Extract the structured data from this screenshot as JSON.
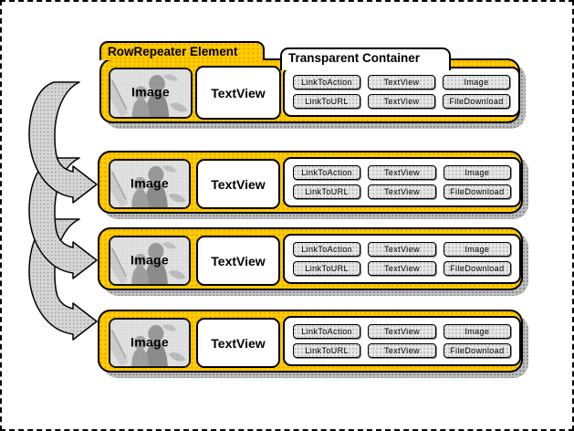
{
  "diagram": {
    "repeater_tab_label": "RowRepeater Element",
    "container_tab_label": "Transparent Container",
    "image_label": "Image",
    "textview_label": "TextView",
    "buttons": [
      "LinkToAction",
      "TextView",
      "Image",
      "LinkToURL",
      "TextView",
      "FileDownload"
    ],
    "row_count": 4,
    "colors": {
      "row_yellow": "#FFCC00",
      "yellow_dot": "#D27D00",
      "shadow_gray": "#BDBDBD",
      "arrow_gray": "#D2D2D2",
      "button_gray": "#E6E6E6",
      "outline_black": "#000000",
      "panel_white": "#FFFFFF"
    }
  }
}
